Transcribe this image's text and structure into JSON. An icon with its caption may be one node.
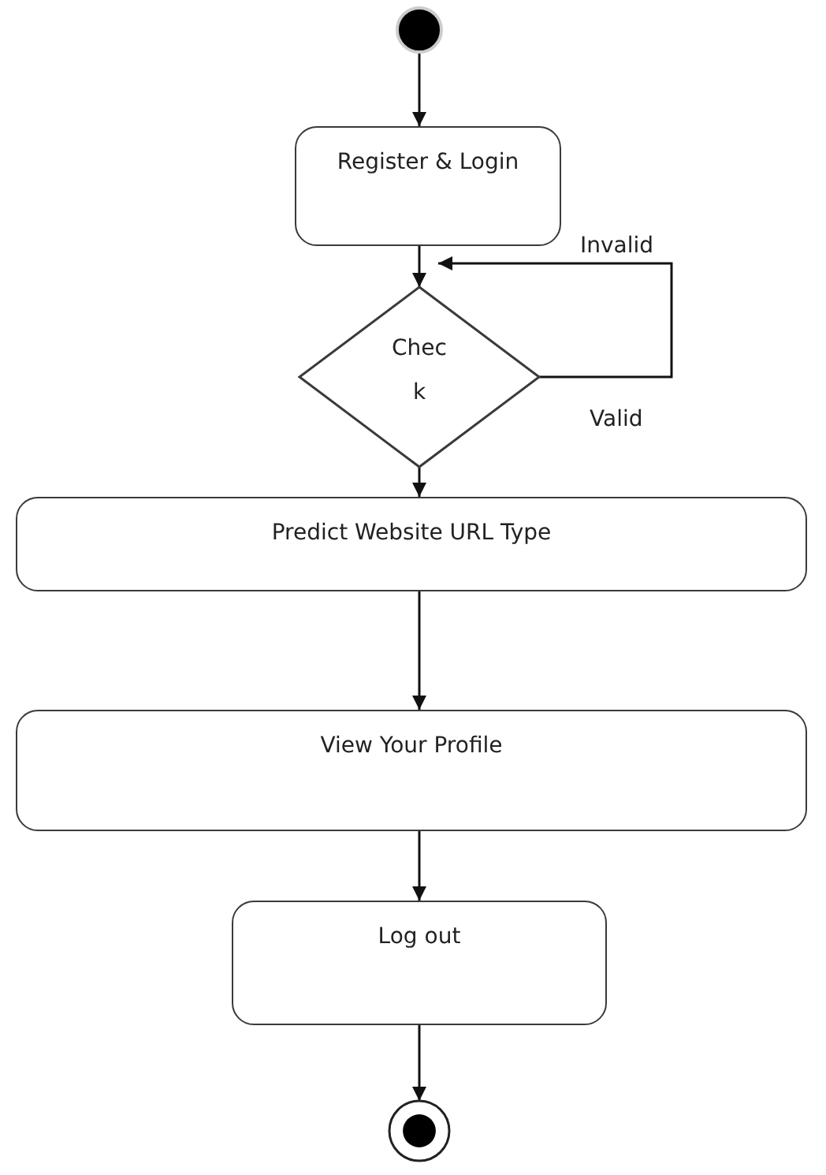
{
  "diagram": {
    "nodes": [
      {
        "text": [],
        "shape": "circle"
      },
      {
        "text": [
          "Register & Login"
        ]
      },
      {
        "text": [
          "Chec k"
        ]
      },
      {
        "text": [
          "Predict Website URL Type"
        ]
      },
      {
        "text": [
          "View Your Profile"
        ]
      },
      {
        "text": [
          "Log out"
        ]
      },
      {
        "text": [],
        "shape": "circle"
      }
    ],
    "edges": [
      {
        "from": 0,
        "to": 1,
        "arrow": "to"
      },
      {
        "from": 1,
        "to": 2,
        "arrow": "to"
      },
      {
        "from": 2,
        "to": 2,
        "arrow": "to",
        "label": "Invalid"
      },
      {
        "from": 2,
        "to": 3,
        "arrow": "to"
      },
      {
        "from": 3,
        "to": 4,
        "arrow": "to"
      },
      {
        "from": 4,
        "to": 5,
        "arrow": "to"
      },
      {
        "from": 5,
        "to": 6,
        "arrow": "to"
      }
    ],
    "labels": [
      "Valid"
    ]
  }
}
